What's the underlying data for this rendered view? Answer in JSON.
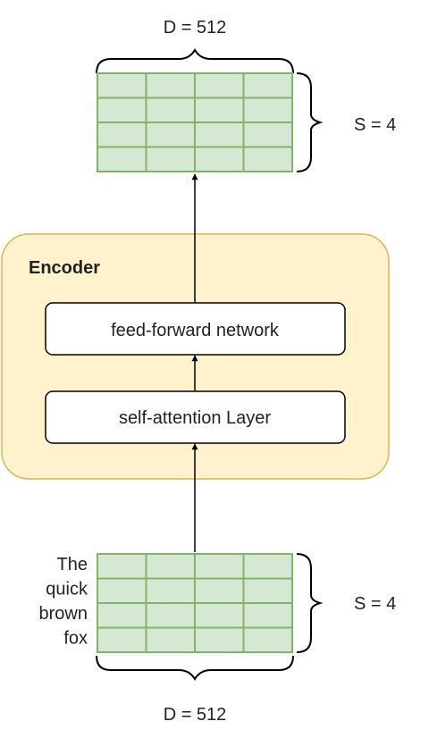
{
  "colors": {
    "cell_fill": "#d5e8d4",
    "cell_stroke": "#82b366",
    "encoder_fill": "#fff2cc",
    "encoder_stroke": "#d6b656",
    "text": "#222222",
    "line": "#000000"
  },
  "output_matrix": {
    "rows": 4,
    "cols": 4,
    "width_label": "D = 512",
    "height_label": "S = 4"
  },
  "encoder": {
    "title": "Encoder",
    "feed_forward_label": "feed-forward network",
    "self_attention_label": "self-attention Layer"
  },
  "input_matrix": {
    "rows": 4,
    "cols": 4,
    "tokens": [
      "The",
      "quick",
      "brown",
      "fox"
    ],
    "width_label": "D = 512",
    "height_label": "S = 4"
  }
}
